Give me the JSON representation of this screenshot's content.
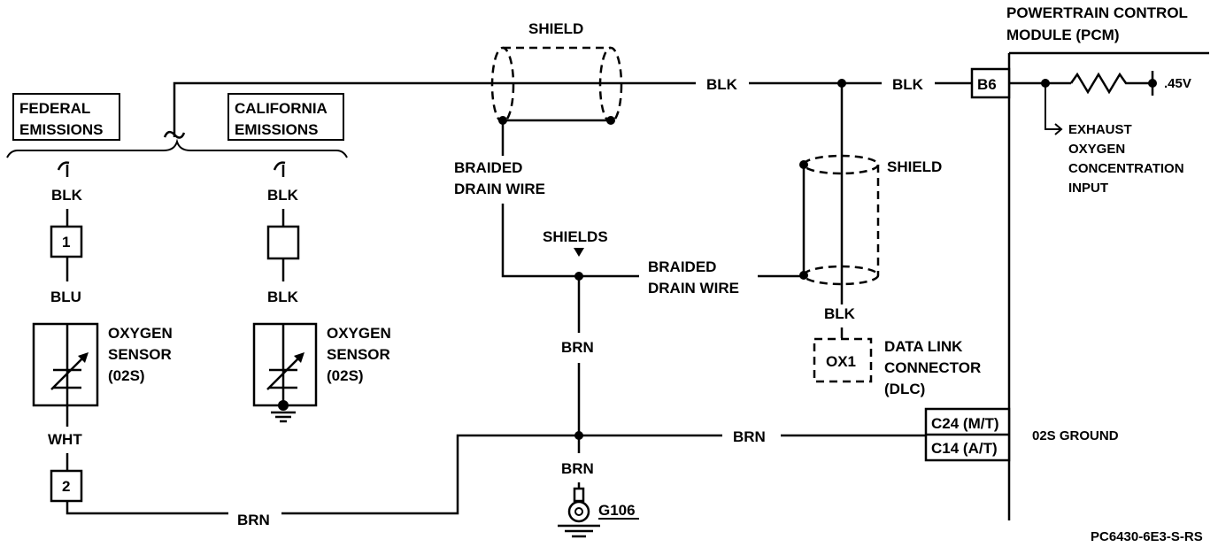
{
  "labels": {
    "pcm_line1": "POWERTRAIN CONTROL",
    "pcm_line2": "MODULE (PCM)",
    "federal_line1": "FEDERAL",
    "federal_line2": "EMISSIONS",
    "california_line1": "CALIFORNIA",
    "california_line2": "EMISSIONS",
    "shield_top": "SHIELD",
    "shield_right": "SHIELD",
    "shields_junction": "SHIELDS",
    "braided_1_line1": "BRAIDED",
    "braided_1_line2": "DRAIN WIRE",
    "braided_2_line1": "BRAIDED",
    "braided_2_line2": "DRAIN WIRE",
    "dlc_line1": "DATA LINK",
    "dlc_line2": "CONNECTOR",
    "dlc_line3": "(DLC)",
    "o2_left_line1": "OXYGEN",
    "o2_left_line2": "SENSOR",
    "o2_left_line3": "(02S)",
    "o2_right_line1": "OXYGEN",
    "o2_right_line2": "SENSOR",
    "o2_right_line3": "(02S)",
    "exhaust_line1": "EXHAUST",
    "exhaust_line2": "OXYGEN",
    "exhaust_line3": "CONCENTRATION",
    "exhaust_line4": "INPUT",
    "voltage": ".45V",
    "o2s_ground": "02S GROUND",
    "ground_id": "G106",
    "figure_code": "PC6430-6E3-S-RS"
  },
  "pins": {
    "b6": "B6",
    "c24": "C24 (M/T)",
    "c14": "C14 (A/T)",
    "ox1": "OX1",
    "fed_pin1": "1",
    "fed_pin2": "2"
  },
  "wire_colors": {
    "top_blk_1": "BLK",
    "top_blk_2": "BLK",
    "fed_blk": "BLK",
    "fed_blu": "BLU",
    "fed_wht": "WHT",
    "cal_blk_1": "BLK",
    "cal_blk_2": "BLK",
    "dlc_blk": "BLK",
    "brn_vertical": "BRN",
    "brn_ground": "BRN",
    "brn_pcm": "BRN",
    "brn_bottom": "BRN"
  }
}
